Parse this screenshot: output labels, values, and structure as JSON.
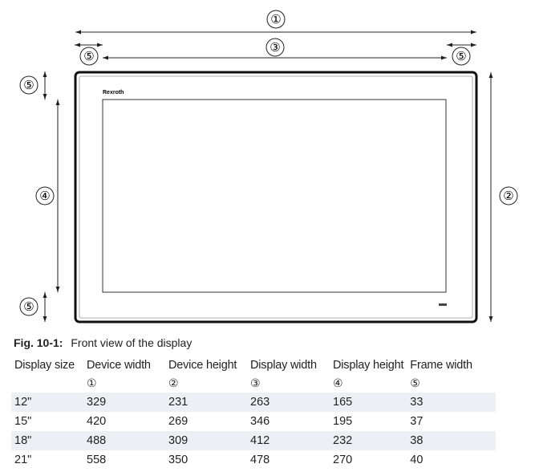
{
  "drawing": {
    "brand_logo": "Rexroth",
    "markers": {
      "device_width": "①",
      "device_height": "②",
      "display_width": "③",
      "display_height": "④",
      "frame_width": "⑤"
    }
  },
  "caption": {
    "label": "Fig. 10-1:",
    "text": "Front view of the display"
  },
  "table": {
    "headers": [
      "Display size",
      "Device width",
      "Device height",
      "Display width",
      "Display height",
      "Frame width"
    ],
    "header_markers": [
      "",
      "①",
      "②",
      "③",
      "④",
      "⑤"
    ],
    "rows": [
      [
        "12\"",
        "329",
        "231",
        "263",
        "165",
        "33"
      ],
      [
        "15\"",
        "420",
        "269",
        "346",
        "195",
        "37"
      ],
      [
        "18\"",
        "488",
        "309",
        "412",
        "232",
        "38"
      ],
      [
        "21\"",
        "558",
        "350",
        "478",
        "270",
        "40"
      ]
    ]
  }
}
